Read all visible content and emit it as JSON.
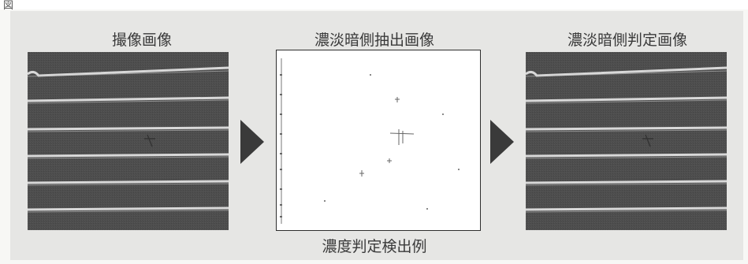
{
  "figure": {
    "label": "図"
  },
  "captions": {
    "left": "撮像画像",
    "middle": "濃淡暗側抽出画像",
    "right": "濃淡暗側判定画像",
    "bottom": "濃度判定検出例"
  },
  "colors": {
    "background": "#e6e6e4",
    "arrow": "#3a3a3a",
    "fabric_dark": "#4d4d4d",
    "stripe": "#f0f0f0",
    "extract_bg": "#ffffff"
  },
  "icons": {
    "arrow_1": "right-triangle-arrow",
    "arrow_2": "right-triangle-arrow"
  }
}
